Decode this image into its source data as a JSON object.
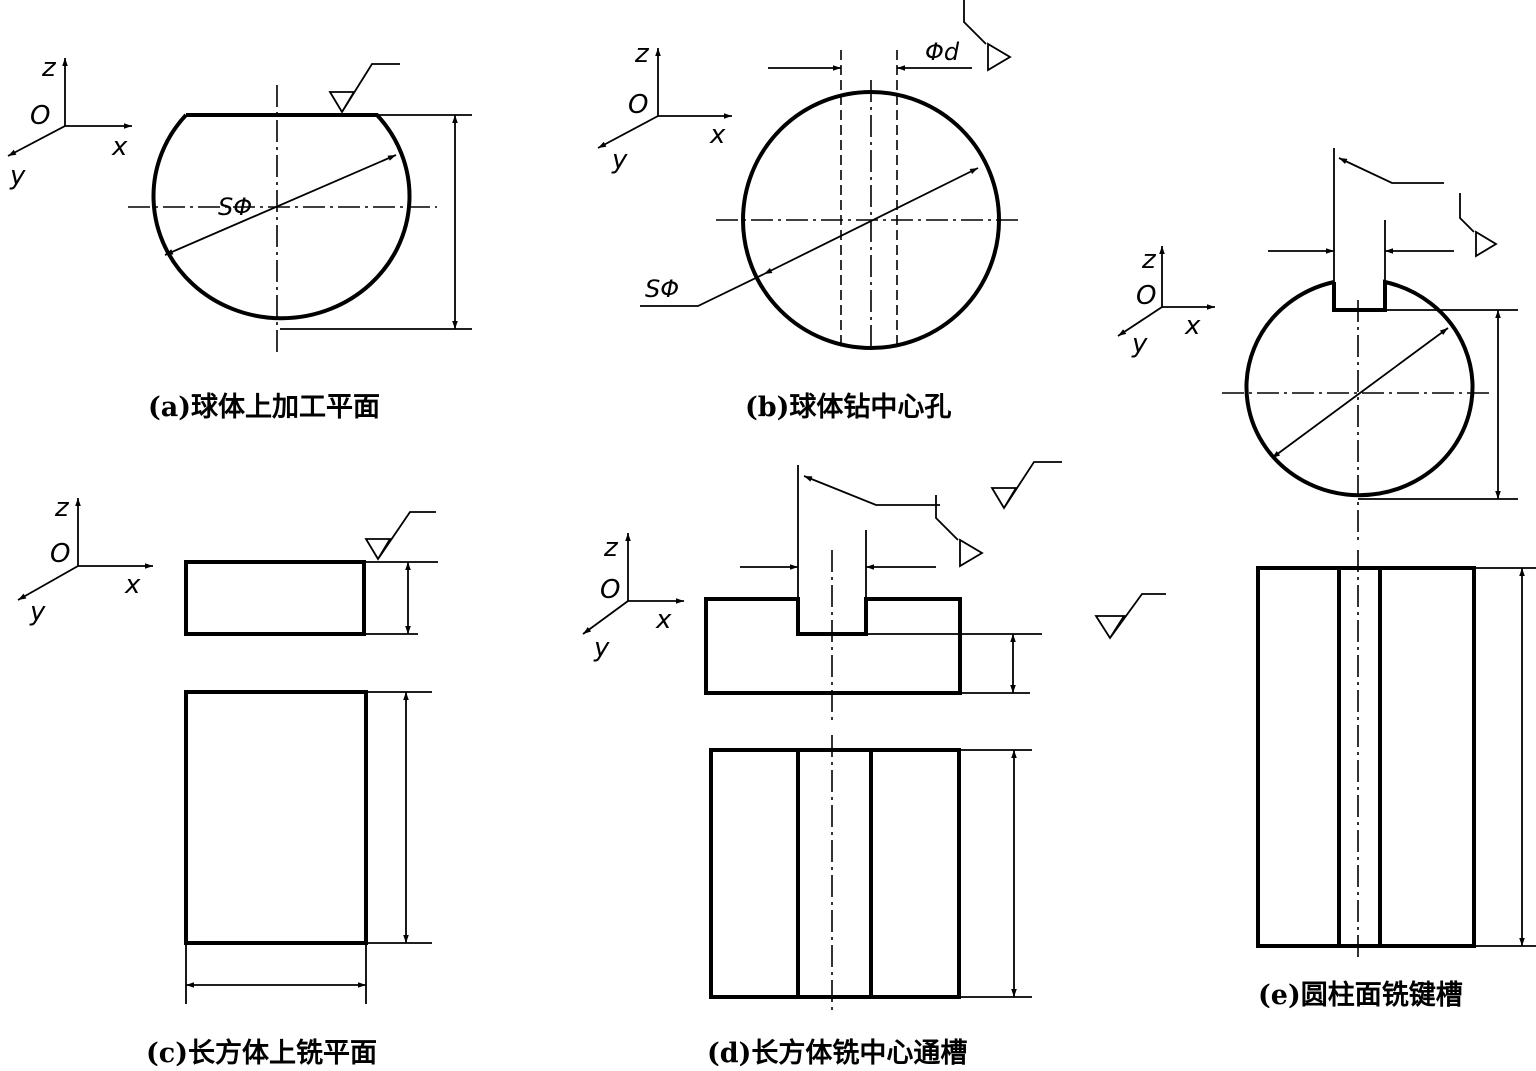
{
  "axes": {
    "x": "x",
    "y": "y",
    "z": "z",
    "origin": "O"
  },
  "labels": {
    "sphere_diameter": "SΦ",
    "hole_diameter": "Φd"
  },
  "captions": {
    "a": "(a)球体上加工平面",
    "b": "(b)球体钻中心孔",
    "c": "(c)长方体上铣平面",
    "d": "(d)长方体铣中心通槽",
    "e": "(e)圆柱面铣键槽"
  }
}
